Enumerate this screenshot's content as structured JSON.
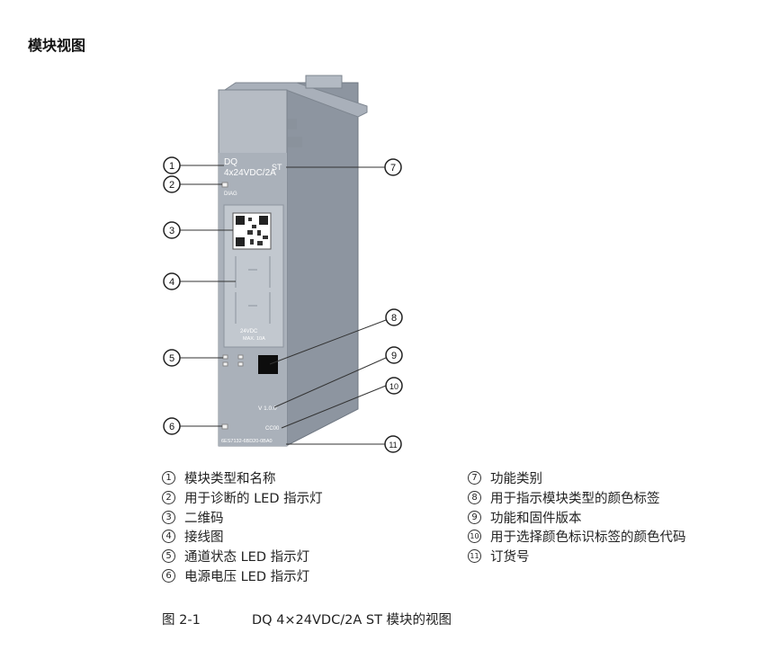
{
  "heading": "模块视图",
  "module_labels": {
    "type_line1": "DQ",
    "type_line2": "4x24VDC/2A",
    "class_code": "ST",
    "diag_label": "DIAG",
    "supply_voltage": "24VDC",
    "max_current": "MAX. 10A",
    "version": "V 1.0.0",
    "color_code": "CC00",
    "order_number": "6ES7132-6BD20-0BA0"
  },
  "callouts": [
    {
      "num": "1",
      "text": "模块类型和名称"
    },
    {
      "num": "2",
      "text": "用于诊断的 LED 指示灯"
    },
    {
      "num": "3",
      "text": "二维码"
    },
    {
      "num": "4",
      "text": "接线图"
    },
    {
      "num": "5",
      "text": "通道状态 LED 指示灯"
    },
    {
      "num": "6",
      "text": "电源电压 LED 指示灯"
    },
    {
      "num": "7",
      "text": "功能类别"
    },
    {
      "num": "8",
      "text": "用于指示模块类型的颜色标签"
    },
    {
      "num": "9",
      "text": "功能和固件版本"
    },
    {
      "num": "10",
      "text": "用于选择颜色标识标签的颜色代码"
    },
    {
      "num": "11",
      "text": "订货号"
    }
  ],
  "caption": {
    "figure_number": "图 2-1",
    "text": "DQ 4×24VDC/2A ST 模块的视图"
  }
}
